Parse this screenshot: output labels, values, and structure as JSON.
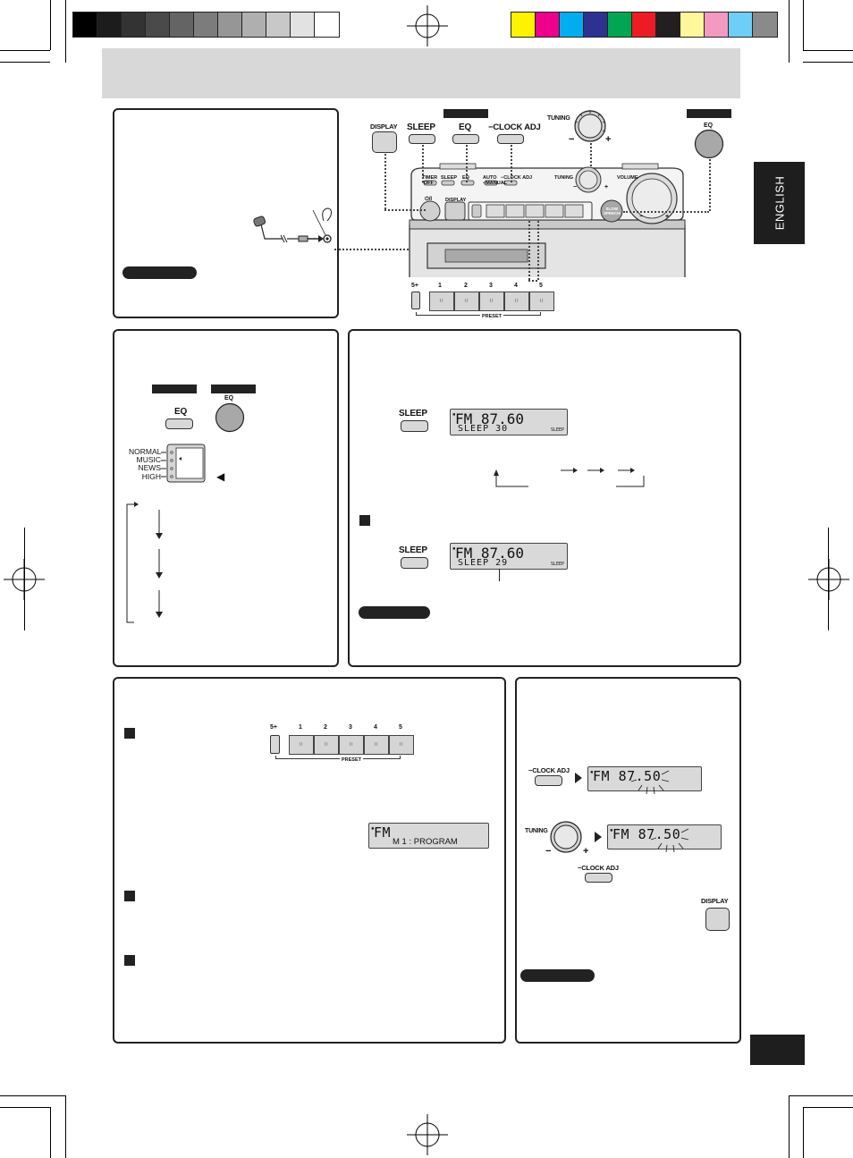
{
  "colors": {
    "grayscale": [
      "#000000",
      "#1c1c1c",
      "#333333",
      "#4a4a4a",
      "#646464",
      "#7c7c7c",
      "#969696",
      "#afafaf",
      "#c8c8c8",
      "#e2e2e2",
      "#ffffff"
    ],
    "color_bar": [
      "#fff200",
      "#ec008c",
      "#00aeef",
      "#2e3192",
      "#00a651",
      "#ed1c24",
      "#231f20",
      "#fff799",
      "#f49ac2",
      "#6dcff6",
      "#8a8a8a"
    ],
    "header_band": "#d8d8d8",
    "side_tab": "#1e1e1e"
  },
  "side_tab": {
    "label": "ENGLISH"
  },
  "top_controls": {
    "display": "DISPLAY",
    "sleep": "SLEEP",
    "eq": "EQ",
    "clock_adj": "CLOCK ADJ",
    "tuning": "TUNING",
    "tuning_minus": "−",
    "tuning_plus": "+",
    "eq_remote": "EQ"
  },
  "unit": {
    "timer": "TIMER",
    "timer_sub": "OFF",
    "sleep": "SLEEP",
    "eq": "EQ",
    "auto": "AUTO",
    "auto_sub": "MANUAL",
    "clock_adj": "CLOCK ADJ",
    "power": "⏻/I",
    "display": "DISPLAY",
    "tuning": "TUNING",
    "tuning_minus": "−",
    "tuning_plus": "+",
    "volume": "VOLUME",
    "volume_minus": "−",
    "volume_plus": "+",
    "slow": "SLOW",
    "speech": "SPEECH"
  },
  "preset_strip": {
    "plus_label": "5+",
    "numbers": [
      "1",
      "2",
      "3",
      "4",
      "5"
    ],
    "preset": "PRESET"
  },
  "eq_panel": {
    "eq_button": "EQ",
    "eq_remote": "EQ",
    "modes": [
      "NORMAL",
      "MUSIC",
      "NEWS",
      "HIGH"
    ],
    "indicator": "◀"
  },
  "sleep_panel": {
    "sleep_button": "SLEEP",
    "lcd1": {
      "line1": "FM  87.60",
      "line2": "SLEEP   30",
      "tag": "SLEEP"
    },
    "lcd2": {
      "line1": "FM  87.60",
      "line2": "SLEEP   29",
      "tag": "SLEEP"
    }
  },
  "preset_panel": {
    "lcd": {
      "line1": "FM",
      "line2": "M  1 : PROGRAM"
    }
  },
  "clock_panel": {
    "clock_adj": "CLOCK ADJ",
    "lcd1": {
      "line1": "FM  87.50"
    },
    "tuning": "TUNING",
    "tuning_minus": "−",
    "tuning_plus": "+",
    "lcd2": {
      "line1": "FM  87.50"
    },
    "display": "DISPLAY"
  }
}
